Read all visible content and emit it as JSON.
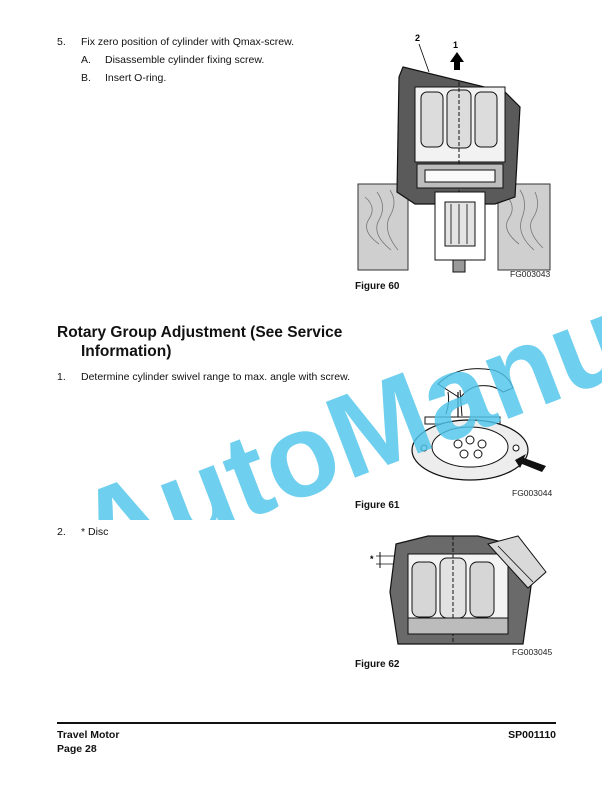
{
  "steps_top": [
    {
      "number": "5.",
      "text": "Fix zero position of cylinder with Qmax-screw."
    },
    {
      "letter": "A.",
      "text": "Disassemble cylinder fixing screw."
    },
    {
      "letter": "B.",
      "text": "Insert O-ring."
    }
  ],
  "figure60": {
    "code": "FG003043",
    "caption": "Figure 60",
    "callouts": [
      "2",
      "1"
    ]
  },
  "section": {
    "line1": "Rotary Group Adjustment (See Service",
    "line2": "Information)"
  },
  "steps_section": [
    {
      "number": "1.",
      "text": "Determine cylinder swivel range to max. angle with screw."
    },
    {
      "number": "2.",
      "text": "* Disc"
    }
  ],
  "figure61": {
    "code": "FG003044",
    "caption": "Figure 61"
  },
  "figure62": {
    "code": "FG003045",
    "caption": "Figure 62",
    "callout": "*"
  },
  "footer": {
    "left_line1": "Travel Motor",
    "left_line2": "Page 28",
    "right": "SP001110"
  },
  "watermark": {
    "text": "AutoManual",
    "color": "#4fc4ea"
  }
}
